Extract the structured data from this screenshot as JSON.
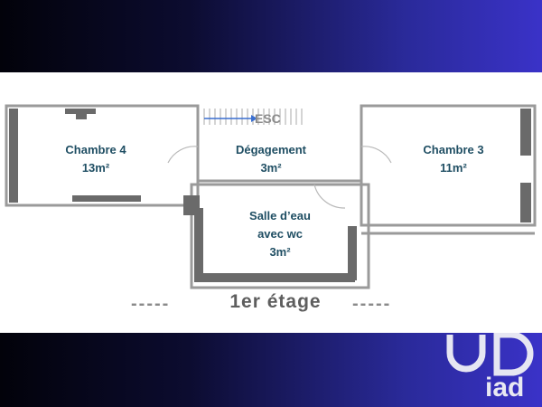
{
  "rooms": {
    "chambre4": {
      "name": "Chambre 4",
      "area": "13m²"
    },
    "degagement": {
      "name": "Dégagement",
      "area": "3m²"
    },
    "chambre3": {
      "name": "Chambre 3",
      "area": "11m²"
    },
    "salle_eau": {
      "name_line1": "Salle d’eau",
      "name_line2": "avec wc",
      "area": "3m²"
    }
  },
  "stairs": {
    "label": "ESC"
  },
  "floor": {
    "dashes_left": "-----",
    "label": "1er étage",
    "dashes_right": "-----"
  },
  "brand": {
    "logo_text": "iad"
  },
  "colors": {
    "band_dark": "#02020a",
    "band_blue": "#3a32c8",
    "wall": "#8e8e8e",
    "wall_fill": "#5f5f5f",
    "label": "#1f4e63",
    "stairs_arrow": "#3a6fd0"
  }
}
